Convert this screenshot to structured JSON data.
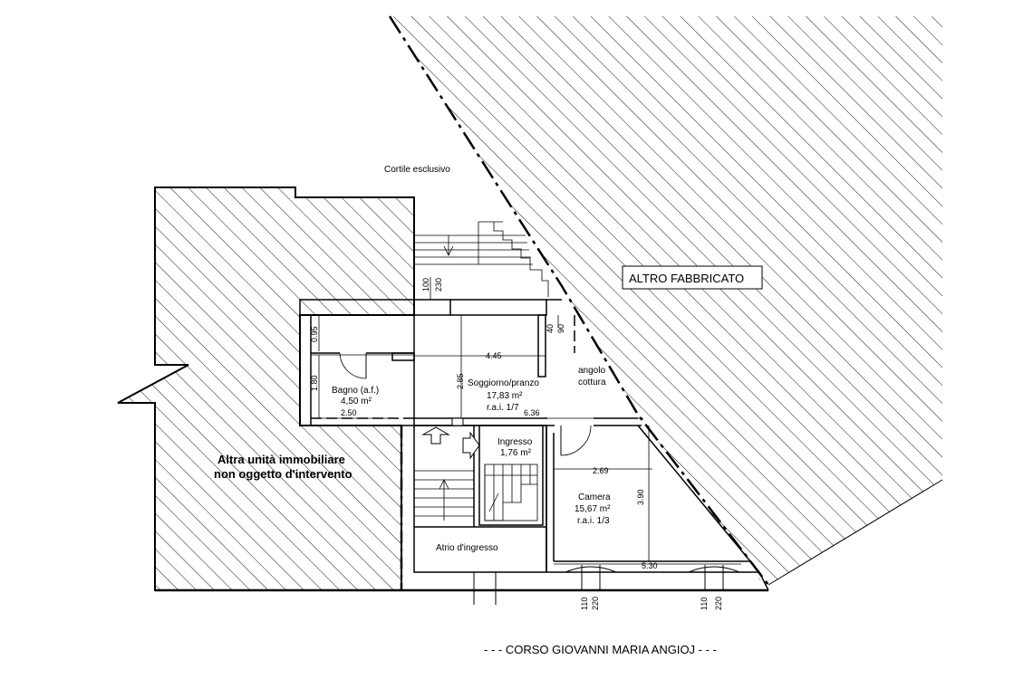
{
  "labels": {
    "courtyard": "Cortile esclusivo",
    "other_building": "ALTRO FABBRICATO",
    "other_unit_line1": "Altra unità immobiliare",
    "other_unit_line2": "non oggetto d'intervento",
    "street": "- - -  CORSO GIOVANNI MARIA ANGIOJ  - - -"
  },
  "rooms": {
    "bagno": {
      "name": "Bagno (a.f.)",
      "area": "4,50 m²"
    },
    "soggiorno": {
      "name": "Soggiorno/pranzo",
      "area": "17,83 m²",
      "rai": "r.a.i. 1/7"
    },
    "angolo": {
      "line1": "angolo",
      "line2": "cottura"
    },
    "ingresso": {
      "name": "Ingresso",
      "area": "1,76 m²"
    },
    "camera": {
      "name": "Camera",
      "area": "15,67 m²",
      "rai": "r.a.i. 1/3"
    },
    "atrio": {
      "name": "Atrio d'ingresso"
    }
  },
  "dimensions": {
    "d095": "0.95",
    "d180": "1.80",
    "d250": "2.50",
    "d445": "4.45",
    "d285": "2.85",
    "d636": "6.36",
    "d269": "2.69",
    "d390": "3.90",
    "d530": "5.30",
    "d100": "100",
    "d230": "230",
    "d40": "40",
    "d90": "90",
    "w1_110": "110",
    "w1_220": "220",
    "w2_110": "110",
    "w2_220": "220"
  },
  "colors": {
    "line": "#000000",
    "background": "#ffffff"
  }
}
